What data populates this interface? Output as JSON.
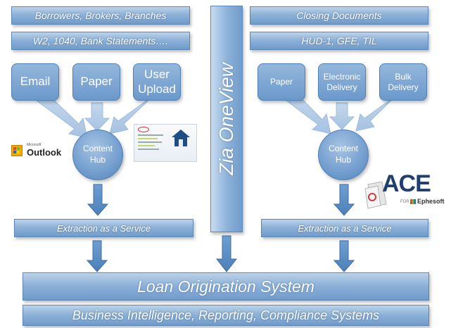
{
  "left": {
    "band1": "Borrowers, Brokers, Branches",
    "band2": "W2, 1040, Bank Statements….",
    "sources": [
      "Email",
      "Paper",
      "User Upload"
    ],
    "hub": "Content Hub",
    "extract": "Extraction as a Service",
    "outlook": {
      "small": "Microsoft",
      "name": "Outlook"
    }
  },
  "center": {
    "vertical": "Zia OneView"
  },
  "right": {
    "band1": "Closing Documents",
    "band2": "HUD-1, GFE, TIL",
    "sources": [
      "Paper",
      "Electronic Delivery",
      "Bulk Delivery"
    ],
    "hub": "Content Hub",
    "extract": "Extraction as a Service",
    "ace": {
      "name": "ACE",
      "for": "FOR",
      "brand": "Ephesoft"
    }
  },
  "bottom": {
    "los": "Loan Origination System",
    "bi": "Business Intelligence, Reporting, Compliance Systems"
  },
  "colors": {
    "accent": "#6f9bcb",
    "border": "#4f7fb4",
    "arrow": "#5b8cc4"
  }
}
